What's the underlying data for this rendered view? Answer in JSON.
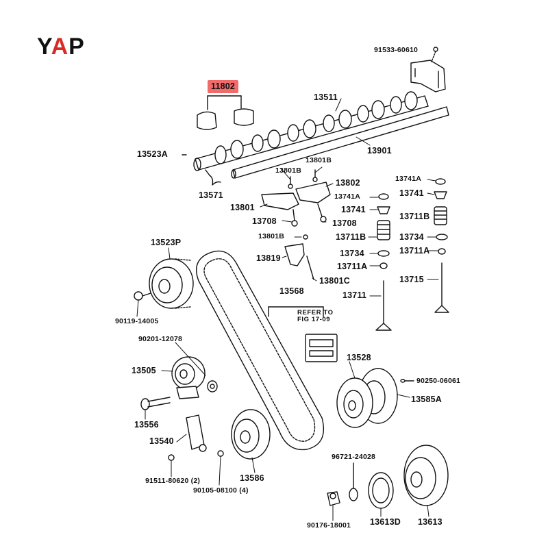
{
  "logo": {
    "y": "Y",
    "a": "A",
    "p": "P"
  },
  "colors": {
    "highlight": "#f26b6b",
    "logo_red": "#d92b23",
    "line": "#111111"
  },
  "labels": {
    "p91533": "91533-60610",
    "p11802": "11802",
    "p13511": "13511",
    "p13523a": "13523A",
    "p13901": "13901",
    "p13571": "13571",
    "p13801b_1": "13801B",
    "p13801b_2": "13801B",
    "p13802": "13802",
    "p13741a_l": "13741A",
    "p13741_l": "13741",
    "p13741a_r": "13741A",
    "p13741_r": "13741",
    "p13711b_r": "13711B",
    "p13711b_l": "13711B",
    "p13801": "13801",
    "p13708_l": "13708",
    "p13708_r": "13708",
    "p13801b_3": "13801B",
    "p13734_r": "13734",
    "p13711a_r": "13711A",
    "p13523p": "13523P",
    "p13819": "13819",
    "p13734_l": "13734",
    "p13711a_l": "13711A",
    "p13801c": "13801C",
    "p13715": "13715",
    "p13568": "13568",
    "p13711": "13711",
    "p90119": "90119-14005",
    "refer_line1": "REFER TO",
    "refer_line2": "FIG 17-09",
    "p90201": "90201-12078",
    "p13528": "13528",
    "p13505": "13505",
    "p90250": "90250-06061",
    "p13585a": "13585A",
    "p13556": "13556",
    "p13540": "13540",
    "p96721": "96721-24028",
    "p91511": "91511-80620 (2)",
    "p13586": "13586",
    "p90105": "90105-08100 (4)",
    "p90176": "90176-18001",
    "p13613d": "13613D",
    "p13613": "13613"
  }
}
